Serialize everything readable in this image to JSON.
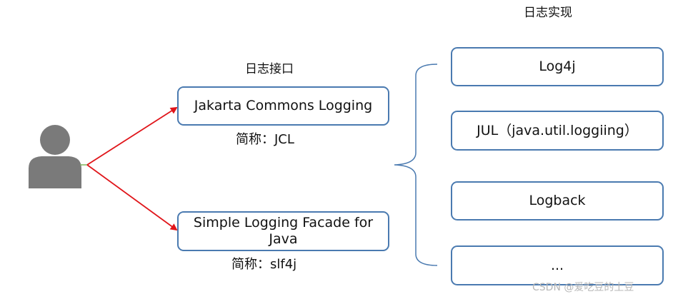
{
  "headings": {
    "interface": "日志接口",
    "implementation": "日志实现"
  },
  "interfaces": [
    {
      "label": "Jakarta Commons Logging",
      "abbr": "简称：JCL"
    },
    {
      "label_line1": "Simple Logging Facade for",
      "label_line2": "Java",
      "abbr": "简称：slf4j"
    }
  ],
  "implementations": [
    {
      "label": "Log4j"
    },
    {
      "label": "JUL（java.util.loggiing）"
    },
    {
      "label": "Logback"
    },
    {
      "label": "..."
    }
  ],
  "watermark": "CSDN @爱吃豆的土豆",
  "colors": {
    "box_border": "#4a7ab0",
    "arrow": "#e0151a",
    "user_icon": "#7a7a7a",
    "brace": "#4a7ab0"
  }
}
